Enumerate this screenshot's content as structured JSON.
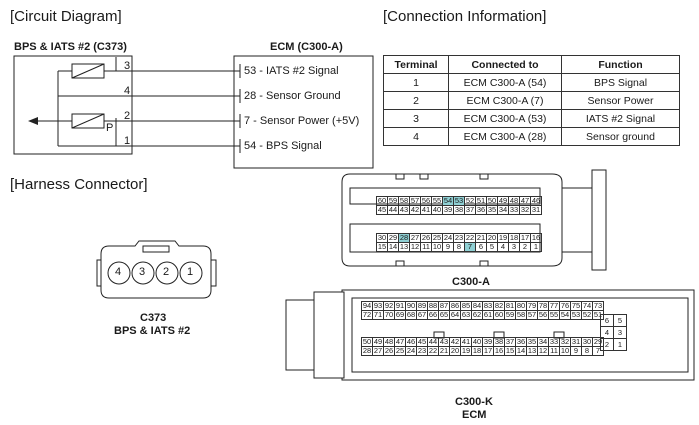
{
  "sections": {
    "circuit": "[Circuit Diagram]",
    "connection": "[Connection Information]",
    "harness": "[Harness Connector]"
  },
  "circuit": {
    "sensor_title": "BPS & IATS #2 (C373)",
    "ecm_title": "ECM (C300-A)",
    "sensor_pins": [
      "3",
      "4",
      "2",
      "1"
    ],
    "p_label": "P",
    "ecm_pins": [
      {
        "num": "53",
        "name": "IATS #2 Signal"
      },
      {
        "num": "28",
        "name": "Sensor Ground"
      },
      {
        "num": "7",
        "name": "Sensor Power (+5V)"
      },
      {
        "num": "54",
        "name": "BPS Signal"
      }
    ]
  },
  "table": {
    "headers": [
      "Terminal",
      "Connected to",
      "Function"
    ],
    "rows": [
      [
        "1",
        "ECM C300-A (54)",
        "BPS Signal"
      ],
      [
        "2",
        "ECM C300-A (7)",
        "Sensor Power"
      ],
      [
        "3",
        "ECM C300-A (53)",
        "IATS #2 Signal"
      ],
      [
        "4",
        "ECM C300-A (28)",
        "Sensor ground"
      ]
    ]
  },
  "c373": {
    "pins": [
      "4",
      "3",
      "2",
      "1"
    ],
    "caption1": "C373",
    "caption2": "BPS & IATS #2"
  },
  "c300a": {
    "caption": "C300-A",
    "row1": [
      "60",
      "59",
      "58",
      "57",
      "56",
      "55",
      "54",
      "53",
      "52",
      "51",
      "50",
      "49",
      "48",
      "47",
      "46"
    ],
    "row2": [
      "45",
      "44",
      "43",
      "42",
      "41",
      "40",
      "39",
      "38",
      "37",
      "36",
      "35",
      "34",
      "33",
      "32",
      "31"
    ],
    "row3": [
      "30",
      "29",
      "28",
      "27",
      "26",
      "25",
      "24",
      "23",
      "22",
      "21",
      "20",
      "19",
      "18",
      "17",
      "16"
    ],
    "row4": [
      "15",
      "14",
      "13",
      "12",
      "11",
      "10",
      "9",
      "8",
      "7",
      "6",
      "5",
      "4",
      "3",
      "2",
      "1"
    ],
    "highlight": [
      "54",
      "53",
      "28",
      "7"
    ],
    "highlight_color": "#8fd0d4"
  },
  "c300k": {
    "caption1": "C300-K",
    "caption2": "ECM",
    "row1": [
      "94",
      "93",
      "92",
      "91",
      "90",
      "89",
      "88",
      "87",
      "86",
      "85",
      "84",
      "83",
      "82",
      "81",
      "80",
      "79",
      "78",
      "77",
      "76",
      "75",
      "74",
      "73"
    ],
    "row2": [
      "72",
      "71",
      "70",
      "69",
      "68",
      "67",
      "66",
      "65",
      "64",
      "63",
      "62",
      "61",
      "60",
      "59",
      "58",
      "57",
      "56",
      "55",
      "54",
      "53",
      "52",
      "51"
    ],
    "row3": [
      "50",
      "49",
      "48",
      "47",
      "46",
      "45",
      "44",
      "43",
      "42",
      "41",
      "40",
      "39",
      "38",
      "37",
      "36",
      "35",
      "34",
      "33",
      "32",
      "31",
      "30",
      "29"
    ],
    "row4": [
      "28",
      "27",
      "26",
      "25",
      "24",
      "23",
      "22",
      "21",
      "20",
      "19",
      "18",
      "17",
      "16",
      "15",
      "14",
      "13",
      "12",
      "11",
      "10",
      "9",
      "8",
      "7"
    ],
    "side": [
      [
        "6",
        "5"
      ],
      [
        "4",
        "3"
      ],
      [
        "2",
        "1"
      ]
    ]
  }
}
